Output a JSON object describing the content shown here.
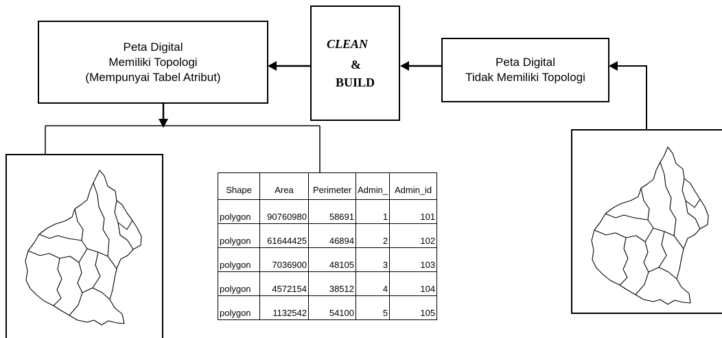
{
  "left_box": {
    "line1": "Peta Digital",
    "line2": "Memiliki Topologi",
    "line3": "(Mempunyai Tabel Atribut)"
  },
  "center_box": {
    "clean": "CLEAN",
    "amp": "&",
    "build": "BUILD"
  },
  "right_box": {
    "line1": "Peta Digital",
    "line2": "Tidak Memiliki Topologi"
  },
  "attribute_table": {
    "headers": [
      "Shape",
      "Area",
      "Perimeter",
      "Admin_",
      "Admin_id"
    ],
    "rows": [
      [
        "polygon",
        "90760980",
        "58691",
        "1",
        "101"
      ],
      [
        "polygon",
        "61644425",
        "46894",
        "2",
        "102"
      ],
      [
        "polygon",
        "7036900",
        "48105",
        "3",
        "103"
      ],
      [
        "polygon",
        "4572154",
        "38512",
        "4",
        "104"
      ],
      [
        "polygon",
        "1132542",
        "54100",
        "5",
        "105"
      ]
    ]
  }
}
